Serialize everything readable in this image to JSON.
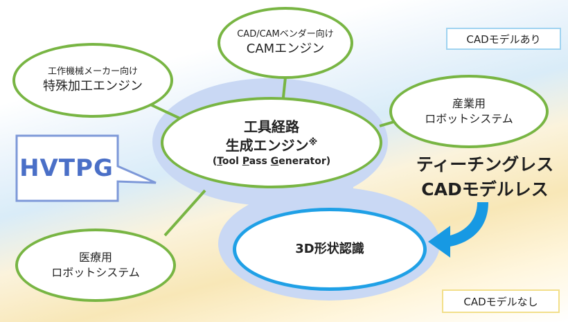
{
  "nodes": {
    "cam_engine": {
      "sub": "CAD/CAMベンダー向け",
      "main": "CAMエンジン"
    },
    "machine_tool": {
      "sub": "工作機械メーカー向け",
      "main": "特殊加工エンジン"
    },
    "industrial_robot": {
      "line1": "産業用",
      "line2": "ロボットシステム"
    },
    "medical_robot": {
      "line1": "医療用",
      "line2": "ロボットシステム"
    },
    "core": {
      "line1": "工具経路",
      "line2": "生成エンジン",
      "mark": "※",
      "open": "(",
      "w1_initial": "T",
      "w1_rest": "ool ",
      "w2_initial": "P",
      "w2_rest": "ass ",
      "w3_initial": "G",
      "w3_rest": "enerator",
      "close": ")"
    },
    "recognition": {
      "label": "3D形状認識"
    }
  },
  "callout": {
    "label": "HVTPG"
  },
  "tags": {
    "with_model": "CADモデルあり",
    "without_model": "CADモデルなし"
  },
  "teaching": {
    "line1": "ティーチングレス",
    "line2": "CADモデルレス"
  },
  "colors": {
    "node_border": "#78b543",
    "recognition_border": "#1fa0e6",
    "halo": "#c9d8f4",
    "callout_border": "#7d98d8",
    "callout_text": "#4a6fc7",
    "arrow": "#1799e3",
    "tag_with_border": "#9fd3f0",
    "tag_without_border": "#f2df8a"
  }
}
